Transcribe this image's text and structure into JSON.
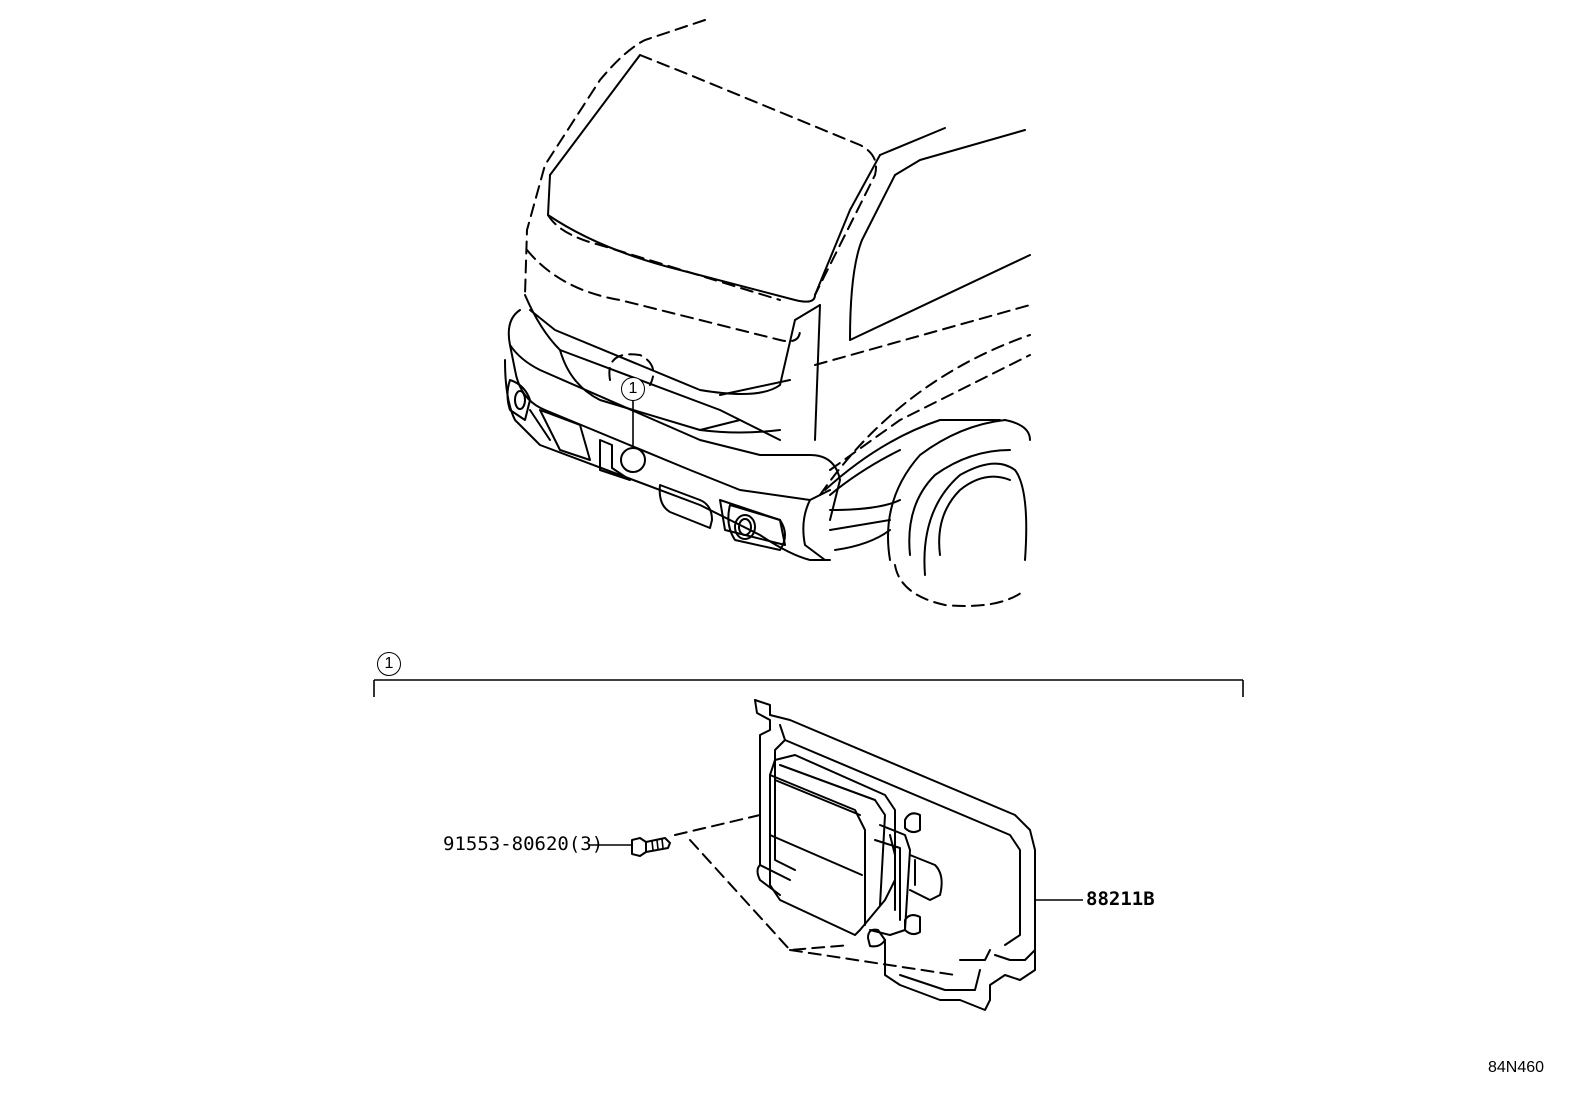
{
  "callouts": {
    "item_marker": "1",
    "group_marker": "1"
  },
  "parts": {
    "bolt_label": "91553-80620(3)",
    "module_label": "88211B"
  },
  "illustration_id": "84N460"
}
